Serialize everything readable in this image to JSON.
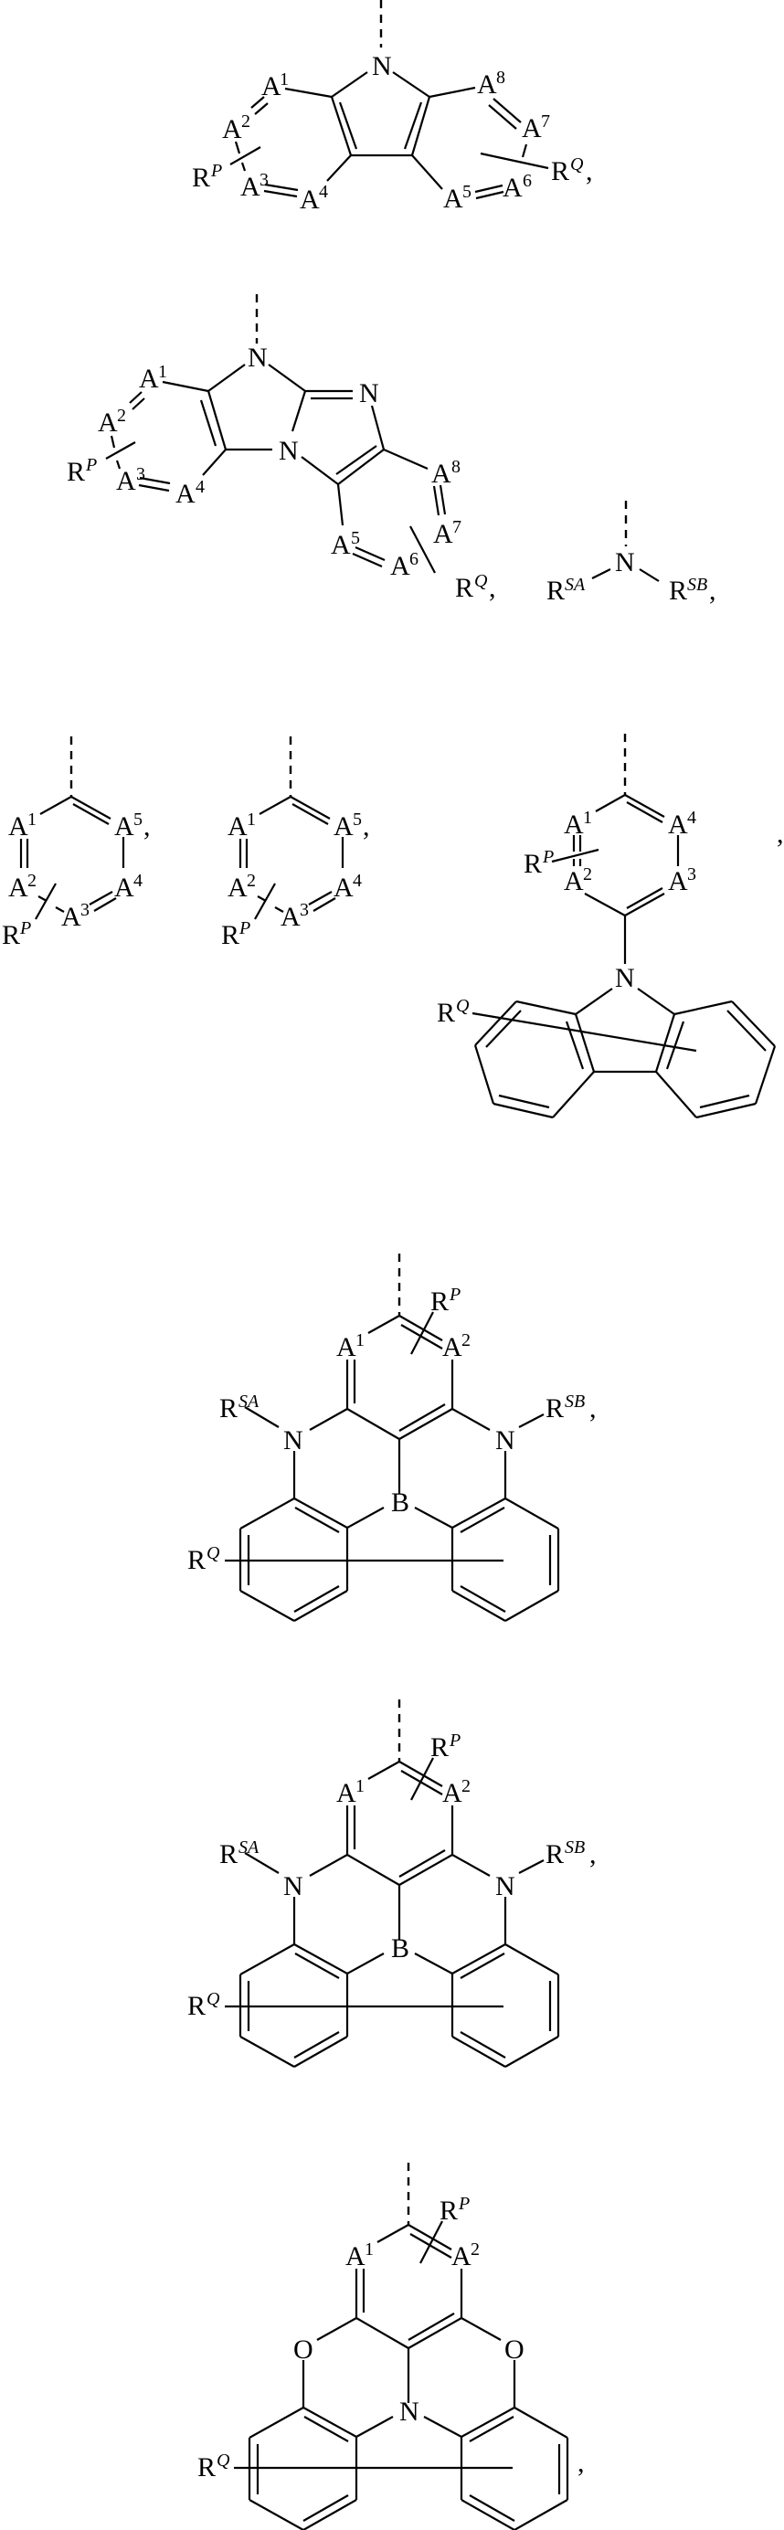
{
  "figure": {
    "description": "Chemical structure drawings of substituent groups",
    "structures": [
      {
        "id": "s1",
        "name": "pyrrole-fused bicyclic with A1-A8",
        "atoms": [
          "N",
          "A1",
          "A2",
          "A3",
          "A4",
          "A5",
          "A6",
          "A7",
          "A8"
        ],
        "substituents": [
          "RP",
          "RQ"
        ],
        "labels": {
          "n": "N",
          "a1": "A",
          "a1s": "1",
          "a2": "A",
          "a2s": "2",
          "a3": "A",
          "a3s": "3",
          "a4": "A",
          "a4s": "4",
          "a5": "A",
          "a5s": "5",
          "a6": "A",
          "a6s": "6",
          "a7": "A",
          "a7s": "7",
          "a8": "A",
          "a8s": "8",
          "rp": "R",
          "rps": "P",
          "rq": "R",
          "rqs": "Q",
          "comma": ","
        }
      },
      {
        "id": "s2",
        "name": "imidazo-imidazole fused with A1-A8",
        "labels": {
          "n1": "N",
          "n2": "N",
          "n3": "N",
          "a1": "A",
          "a1s": "1",
          "a2": "A",
          "a2s": "2",
          "a3": "A",
          "a3s": "3",
          "a4": "A",
          "a4s": "4",
          "a5": "A",
          "a5s": "5",
          "a6": "A",
          "a6s": "6",
          "a7": "A",
          "a7s": "7",
          "a8": "A",
          "a8s": "8",
          "rp": "R",
          "rps": "P",
          "rq": "R",
          "rqs": "Q",
          "comma": ","
        }
      },
      {
        "id": "s3",
        "name": "amine NRSA RSB",
        "labels": {
          "n": "N",
          "rsa": "R",
          "rsas": "SA",
          "rsb": "R",
          "rsbs": "SB",
          "comma": ","
        }
      },
      {
        "id": "s4",
        "name": "six-membered ring A1-A5 (a)",
        "labels": {
          "a1": "A",
          "a1s": "1",
          "a2": "A",
          "a2s": "2",
          "a3": "A",
          "a3s": "3",
          "a4": "A",
          "a4s": "4",
          "a5": "A",
          "a5s": "5",
          "rp": "R",
          "rps": "P",
          "comma": ","
        }
      },
      {
        "id": "s5",
        "name": "six-membered ring A1-A5 (b)",
        "labels": {
          "a1": "A",
          "a1s": "1",
          "a2": "A",
          "a2s": "2",
          "a3": "A",
          "a3s": "3",
          "a4": "A",
          "a4s": "4",
          "a5": "A",
          "a5s": "5",
          "rp": "R",
          "rps": "P",
          "comma": ","
        }
      },
      {
        "id": "s6",
        "name": "carbazolyl-substituted ring A1-A4",
        "labels": {
          "n": "N",
          "a1": "A",
          "a1s": "1",
          "a2": "A",
          "a2s": "2",
          "a3": "A",
          "a3s": "3",
          "a4": "A",
          "a4s": "4",
          "rp": "R",
          "rps": "P",
          "rq": "R",
          "rqs": "Q",
          "comma": ","
        }
      },
      {
        "id": "s7",
        "name": "boron-nitrogen fused polycycle (a)",
        "labels": {
          "b": "B",
          "n1": "N",
          "n2": "N",
          "a1": "A",
          "a1s": "1",
          "a2": "A",
          "a2s": "2",
          "rp": "R",
          "rps": "P",
          "rq": "R",
          "rqs": "Q",
          "rsa": "R",
          "rsas": "SA",
          "rsb": "R",
          "rsbs": "SB",
          "comma": ","
        }
      },
      {
        "id": "s8",
        "name": "boron-nitrogen fused polycycle (b)",
        "labels": {
          "b": "B",
          "n1": "N",
          "n2": "N",
          "a1": "A",
          "a1s": "1",
          "a2": "A",
          "a2s": "2",
          "rp": "R",
          "rps": "P",
          "rq": "R",
          "rqs": "Q",
          "rsa": "R",
          "rsas": "SA",
          "rsb": "R",
          "rsbs": "SB",
          "comma": ","
        }
      },
      {
        "id": "s9",
        "name": "oxygen-nitrogen fused polycycle",
        "labels": {
          "n": "N",
          "o1": "O",
          "o2": "O",
          "a1": "A",
          "a1s": "1",
          "a2": "A",
          "a2s": "2",
          "rp": "R",
          "rps": "P",
          "rq": "R",
          "rqs": "Q",
          "comma": ","
        }
      }
    ]
  }
}
